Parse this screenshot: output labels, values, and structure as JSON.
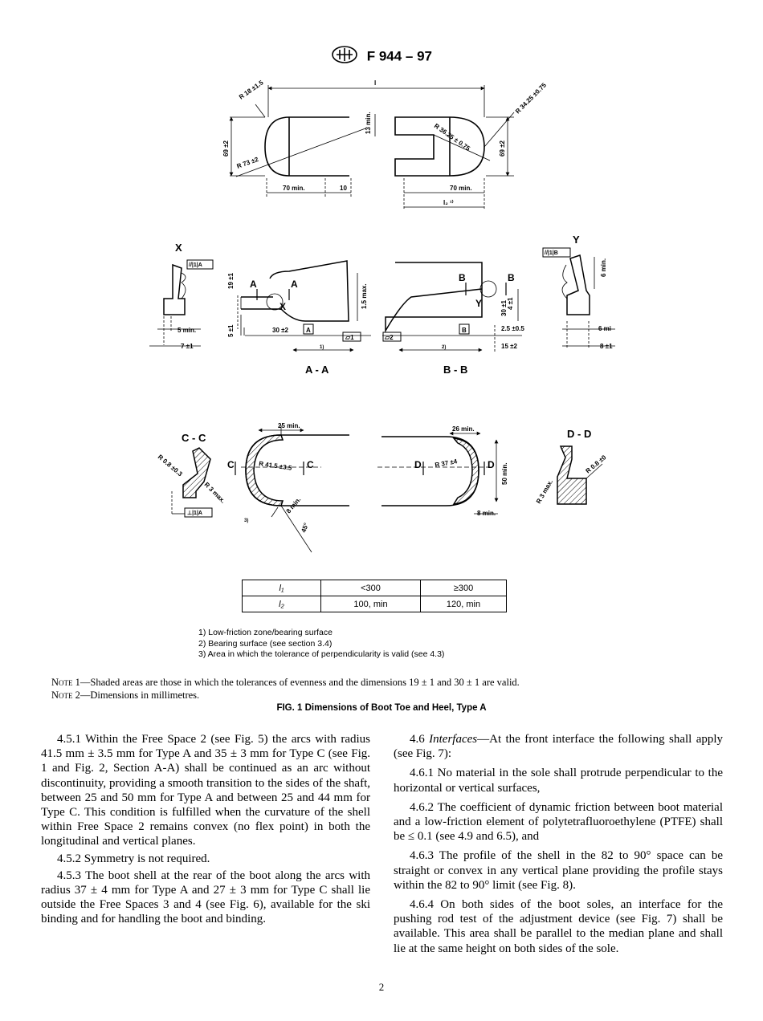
{
  "header": {
    "logo_icon": "astm-logo-icon",
    "designation": "F 944 – 97"
  },
  "figure": {
    "dims_top": {
      "l": "l",
      "r18": "R 18 ±1.5",
      "r73": "R 73 ±2",
      "d69a": "69 ±2",
      "d69b": "69 ±2",
      "d13": "13 min.",
      "r3425": "R 34.25 ±0.75",
      "r3625": "R 36.25 ± 0.75",
      "d70a": "70 min.",
      "d10": "10",
      "d70b": "70 min.",
      "l2": "l₂ ¹⁾"
    },
    "section_labels": {
      "x": "X",
      "y": "Y",
      "aa": "A - A",
      "bb": "B - B",
      "cc": "C - C",
      "dd": "D - D",
      "a": "A",
      "b": "B",
      "c": "C",
      "d": "D"
    },
    "dims_mid": {
      "tol_x": "//|1|A",
      "tol_y": "//|1|B",
      "d5min": "5 min.",
      "d7": "7 ±1",
      "d19": "19 ±1",
      "d5": "5 ±1",
      "d30a": "30 ±2",
      "d15max": "1.5 max.",
      "box_a": "A",
      "flat1": "▱1",
      "fn1": "1)",
      "flat2": "▱2",
      "box_b": "B",
      "fn2": "2)",
      "d30b": "30 ±1",
      "d4": "4 ±1",
      "d25": "2.5 ±0.5",
      "d15": "15 ±2",
      "d6min": "6 min.",
      "d6mi": "6 mi",
      "d8": "8 ±1"
    },
    "dims_bottom": {
      "r08a": "R 0.8 ±0.3",
      "r3a": "R 3 max.",
      "perp": "⊥|1|A",
      "d25min": "25 min.",
      "r415": "R 41.5 ±3.5",
      "d8mina": "8 min.",
      "d45": "45°",
      "fn3": "3)",
      "d26min": "26 min.",
      "r37": "R 37 ±4",
      "d50min": "50 min.",
      "d8minb": "8 min.",
      "r3b": "R 3 max.",
      "r08b": "R 0.8 ±0"
    }
  },
  "table": {
    "rows": [
      {
        "label": "l₁",
        "v1": "<300",
        "v2": "≥300"
      },
      {
        "label": "l₂",
        "v1": "100, min",
        "v2": "120, min"
      }
    ]
  },
  "footnotes": [
    "1)  Low-friction zone/bearing surface",
    "2)  Bearing surface (see section 3.4)",
    "3)  Area in which the tolerance of perpendicularity is valid (see 4.3)"
  ],
  "notes": [
    {
      "label": "Note 1",
      "text": "—Shaded areas are those in which the tolerances of evenness and the dimensions 19 ± 1 and 30 ± 1 are valid."
    },
    {
      "label": "Note 2",
      "text": "—Dimensions in millimetres."
    }
  ],
  "caption": "FIG. 1 Dimensions of Boot Toe and Heel, Type A",
  "left_column": [
    "4.5.1 Within the Free Space 2 (see Fig. 5) the arcs with radius 41.5 mm ± 3.5 mm for Type A and 35 ± 3 mm for Type C (see Fig. 1 and Fig. 2, Section A-A) shall be continued as an arc without discontinuity, providing a smooth transition to the sides of the shaft, between 25 and 50 mm for Type A and between 25 and 44 mm for Type C. This condition is fulfilled when the curvature of the shell within Free Space 2 remains convex (no flex point) in both the longitudinal and vertical planes.",
    "4.5.2 Symmetry is not required.",
    "4.5.3 The boot shell at the rear of the boot along the arcs with radius 37 ± 4 mm for Type A and 27 ± 3 mm for Type C shall lie outside the Free Spaces 3 and 4 (see Fig. 6), available for the ski binding and for handling the boot and binding."
  ],
  "right_column": {
    "p46_num": "4.6 ",
    "p46_title": "Interfaces",
    "p46_text": "—At the front interface the following shall apply (see Fig. 7):",
    "paras": [
      "4.6.1 No material in the sole shall protrude perpendicular to the horizontal or vertical surfaces,",
      "4.6.2 The coefficient of dynamic friction between boot material and a low-friction element of polytetrafluoroethylene (PTFE) shall be ≤ 0.1 (see 4.9 and 6.5), and",
      "4.6.3 The profile of the shell in the 82 to 90° space can be straight or convex in any vertical plane providing the profile stays within the 82 to 90° limit (see Fig. 8).",
      "4.6.4 On both sides of the boot soles, an interface for the pushing rod test of the adjustment device (see Fig. 7) shall be available. This area shall be parallel to the median plane and shall lie at the same height on both sides of the sole."
    ]
  },
  "page_number": "2"
}
